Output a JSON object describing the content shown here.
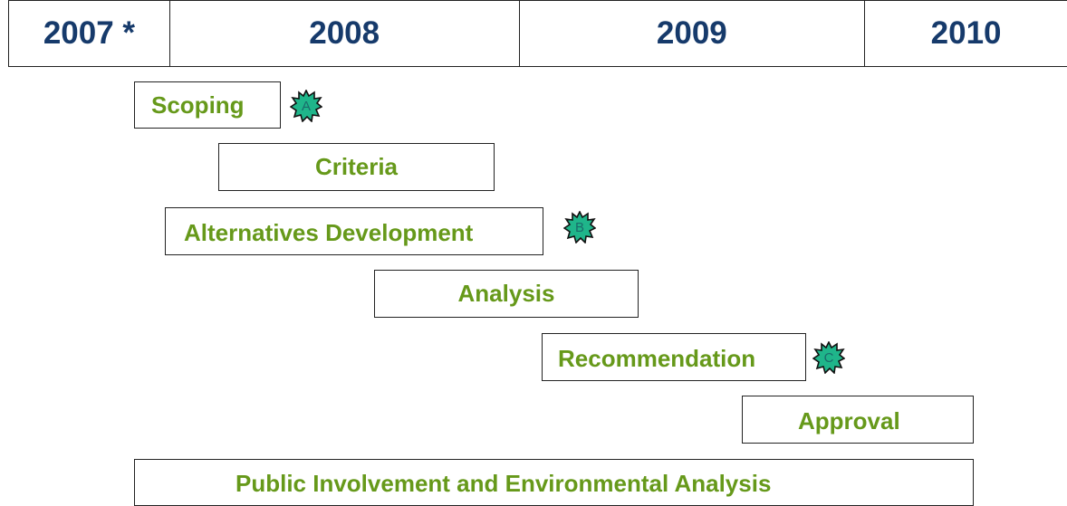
{
  "years": [
    {
      "label": "2007 *"
    },
    {
      "label": "2008"
    },
    {
      "label": "2009"
    },
    {
      "label": "2010"
    }
  ],
  "phases": [
    {
      "label": "Scoping"
    },
    {
      "label": "Criteria"
    },
    {
      "label": "Alternatives Development"
    },
    {
      "label": "Analysis"
    },
    {
      "label": "Recommendation"
    },
    {
      "label": "Approval"
    },
    {
      "label": "Public Involvement and Environmental Analysis"
    }
  ],
  "milestones": [
    {
      "letter": "A"
    },
    {
      "letter": "B"
    },
    {
      "letter": "C"
    }
  ],
  "colors": {
    "year_text": "#163a6b",
    "phase_text": "#66991a",
    "milestone_fill": "#1fb58a",
    "milestone_outline": "#111111"
  }
}
